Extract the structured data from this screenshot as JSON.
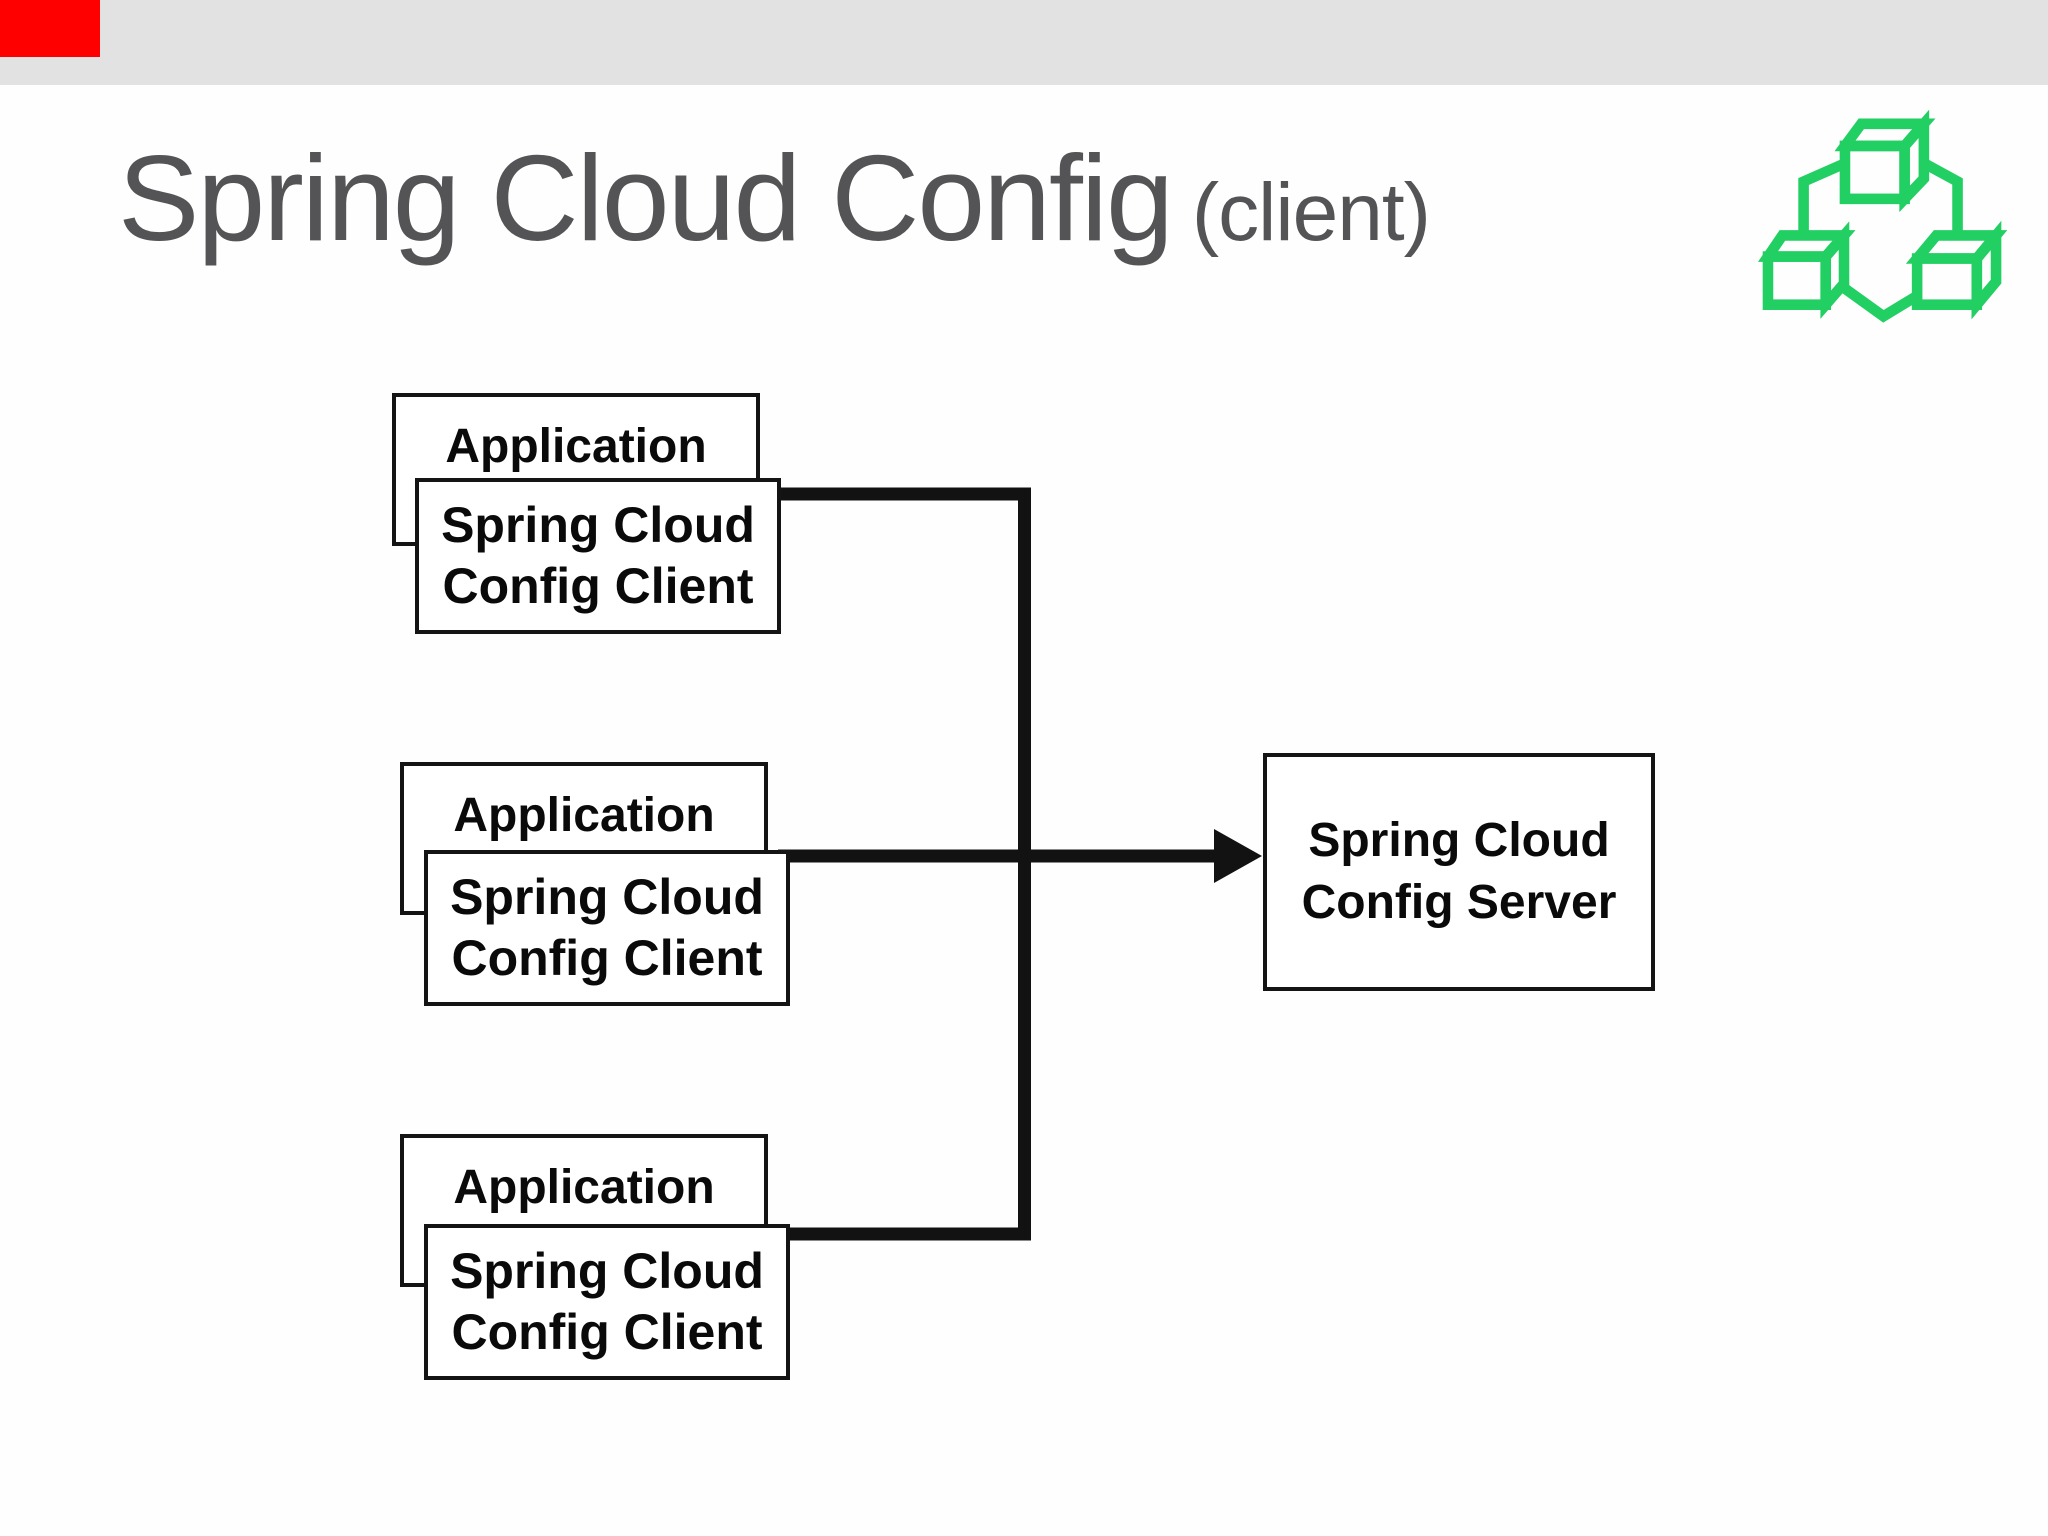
{
  "slide": {
    "title_main": "Spring Cloud Config",
    "title_paren": "(client)"
  },
  "icons": {
    "brand_icon": "three-cubes-blocks-icon"
  },
  "colors": {
    "accent_green": "#22cf63",
    "record_badge_red": "#fe0000",
    "header_band_gray": "#e3e2e2",
    "connector_black": "#121212",
    "title_gray": "#545456"
  },
  "diagram": {
    "groups": [
      {
        "app_label": "Application",
        "client_line1": "Spring Cloud",
        "client_line2": "Config Client"
      },
      {
        "app_label": "Application",
        "client_line1": "Spring Cloud",
        "client_line2": "Config Client"
      },
      {
        "app_label": "Application",
        "client_line1": "Spring Cloud",
        "client_line2": "Config Client"
      }
    ],
    "server": {
      "line1": "Spring Cloud",
      "line2": "Config Server"
    }
  }
}
